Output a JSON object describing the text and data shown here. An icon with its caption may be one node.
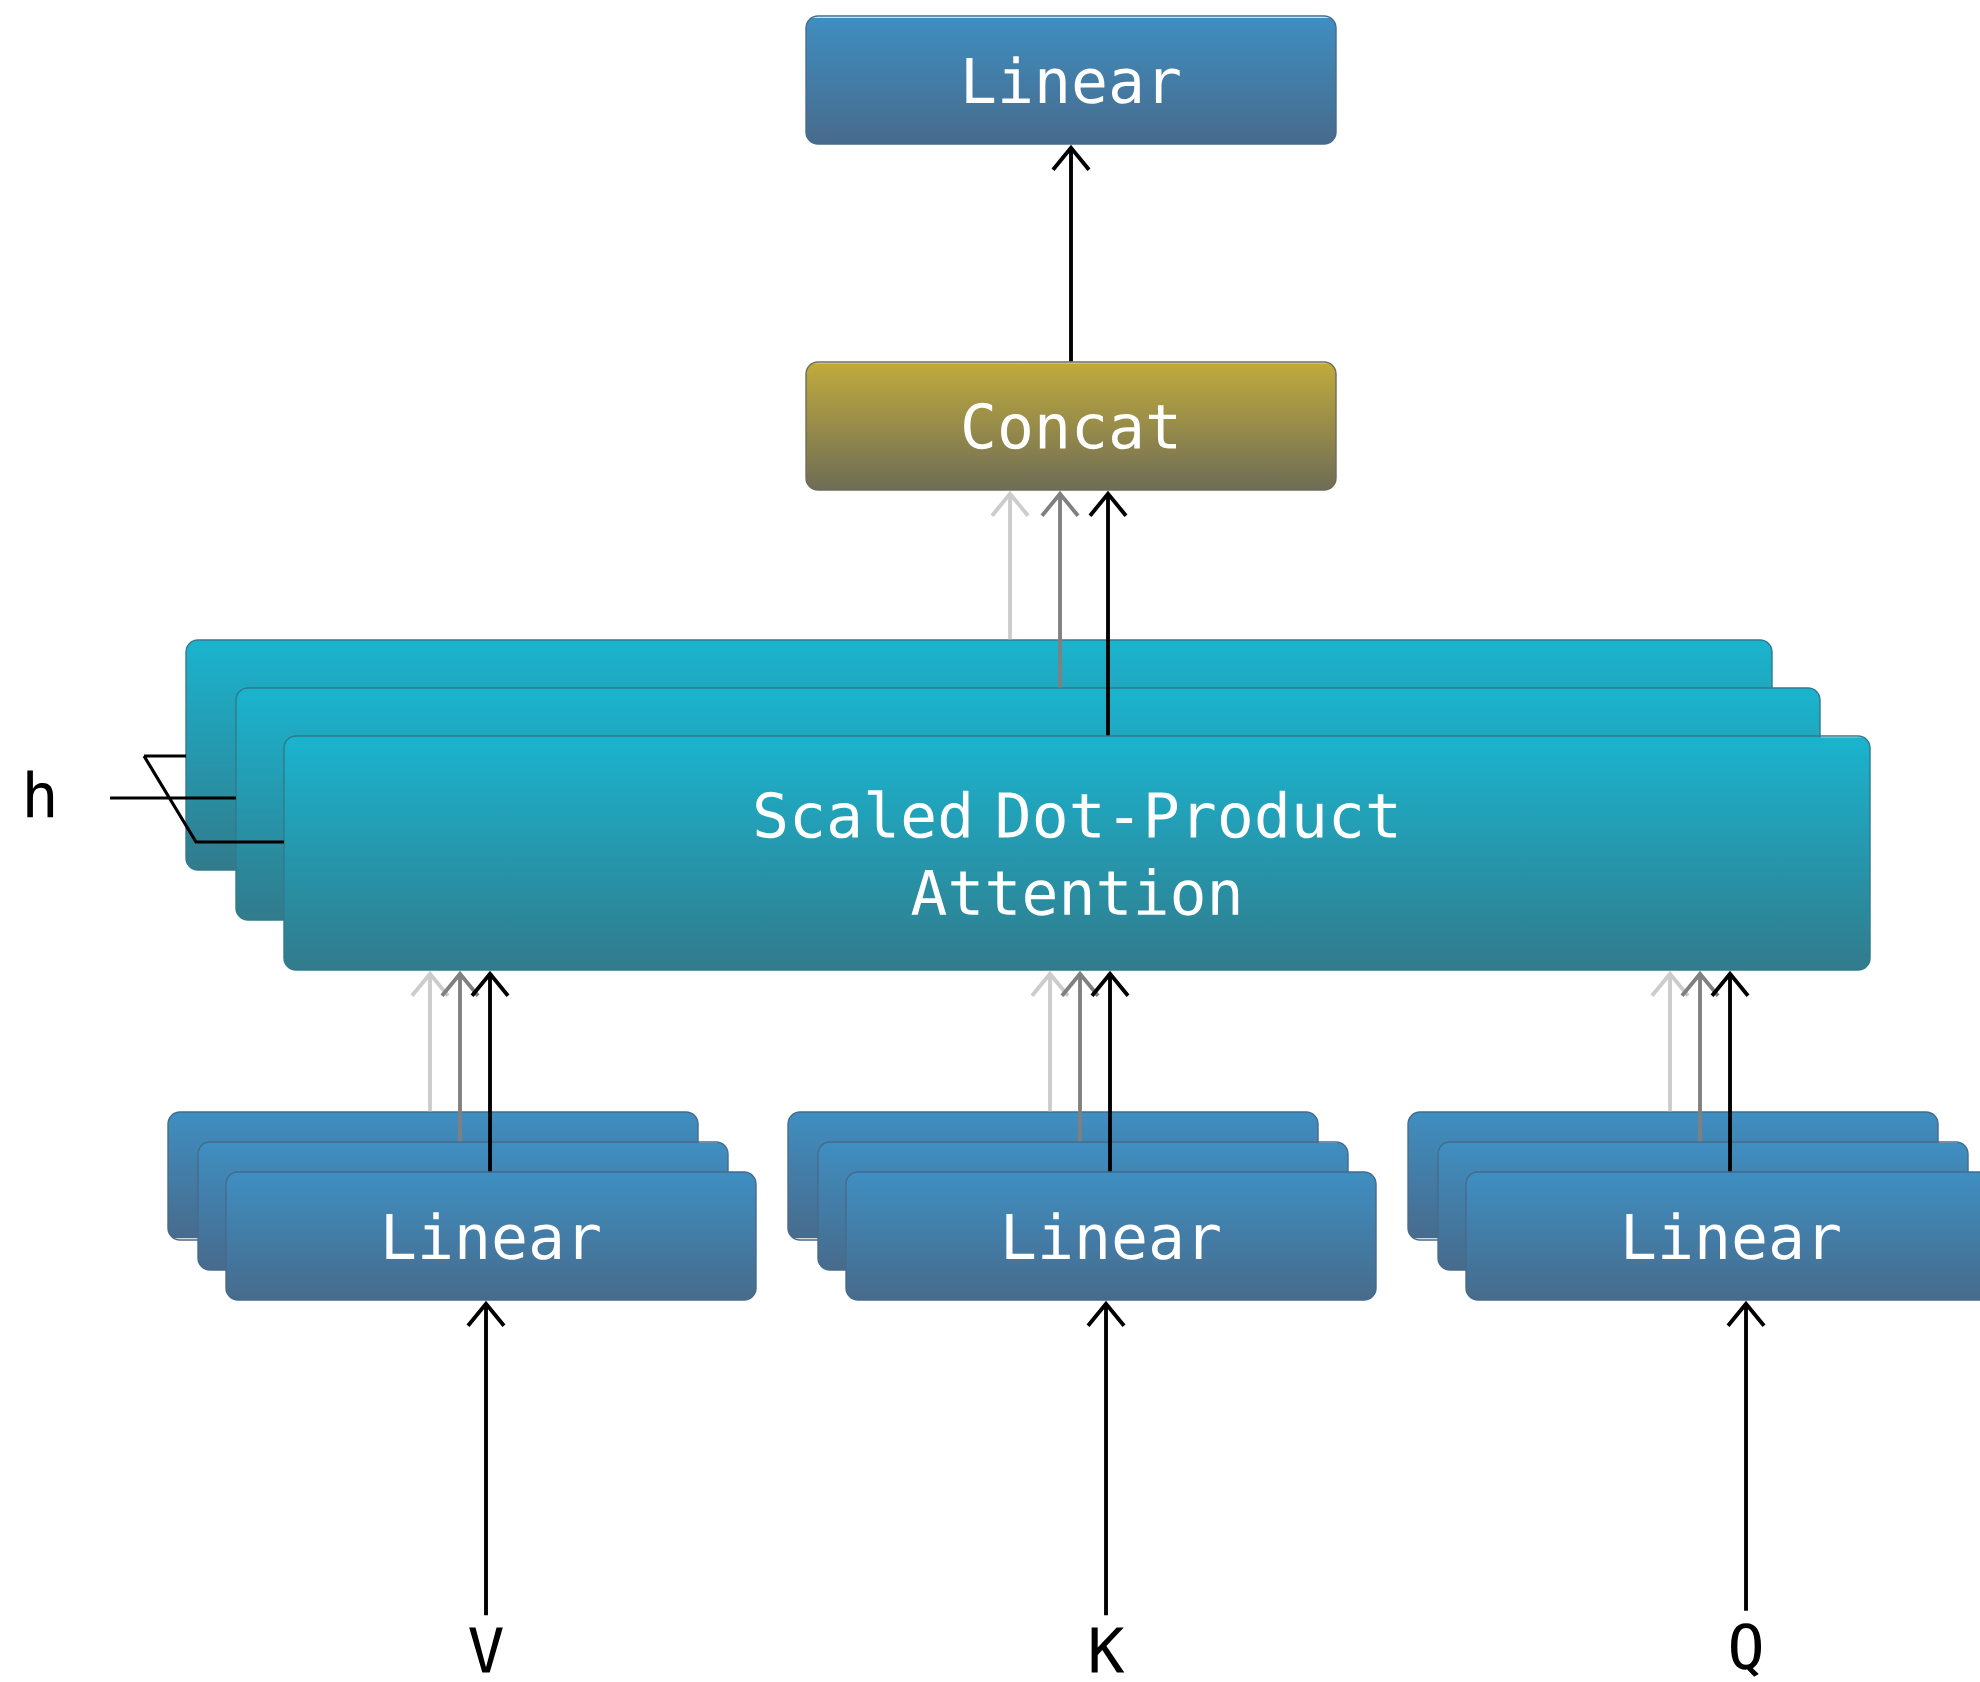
{
  "diagram": {
    "nodes": [
      {
        "text": [
          "Linear"
        ]
      },
      {
        "text": [
          "Concat"
        ]
      },
      {
        "text": [
          "Scaled Dot-Product Attention"
        ]
      },
      {
        "text": [
          "Linear"
        ]
      },
      {
        "text": [
          "Linear"
        ]
      },
      {
        "text": [
          "Linear"
        ]
      },
      {
        "text": [
          "V"
        ]
      },
      {
        "text": [
          "K"
        ]
      },
      {
        "text": [
          "Q"
        ]
      }
    ],
    "edges": [
      {
        "from": 1,
        "to": 0,
        "arrow": "to"
      },
      {
        "from": 2,
        "to": 1,
        "arrow": "to",
        "color": "#cccccc"
      },
      {
        "from": 2,
        "to": 1,
        "arrow": "to",
        "color": "#808080"
      },
      {
        "from": 2,
        "to": 1,
        "arrow": "to"
      },
      {
        "from": 3,
        "to": 2,
        "arrow": "to",
        "color": "#cccccc"
      },
      {
        "from": 3,
        "to": 2,
        "arrow": "to",
        "color": "#808080"
      },
      {
        "from": 3,
        "to": 2,
        "arrow": "to"
      },
      {
        "from": 4,
        "to": 2,
        "arrow": "to",
        "color": "#cccccc"
      },
      {
        "from": 4,
        "to": 2,
        "arrow": "to",
        "color": "#808080"
      },
      {
        "from": 4,
        "to": 2,
        "arrow": "to"
      },
      {
        "from": 5,
        "to": 2,
        "arrow": "to",
        "color": "#cccccc"
      },
      {
        "from": 5,
        "to": 2,
        "arrow": "to",
        "color": "#808080"
      },
      {
        "from": 5,
        "to": 2,
        "arrow": "to"
      },
      {
        "from": 6,
        "to": 3,
        "arrow": "to"
      },
      {
        "from": 7,
        "to": 4,
        "arrow": "to"
      },
      {
        "from": 8,
        "to": 5,
        "arrow": "to"
      }
    ],
    "labels": [
      "h"
    ]
  }
}
